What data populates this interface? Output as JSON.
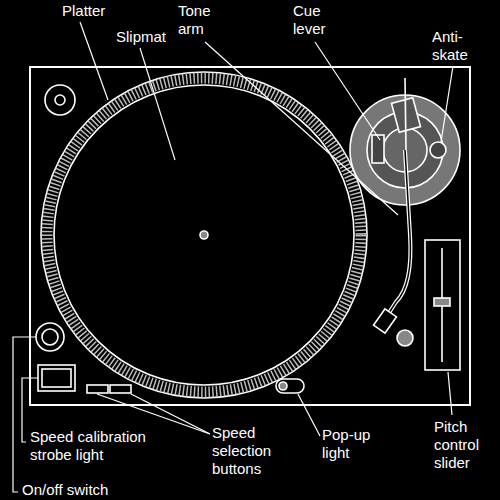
{
  "diagram": {
    "labels": [
      "Platter",
      "Tone arm",
      "Cue lever",
      "Anti-skate",
      "Slipmat",
      "Pitch control slider",
      "Pop-up light",
      "Speed selection buttons",
      "Speed calibration strobe light",
      "On/off switch"
    ]
  }
}
